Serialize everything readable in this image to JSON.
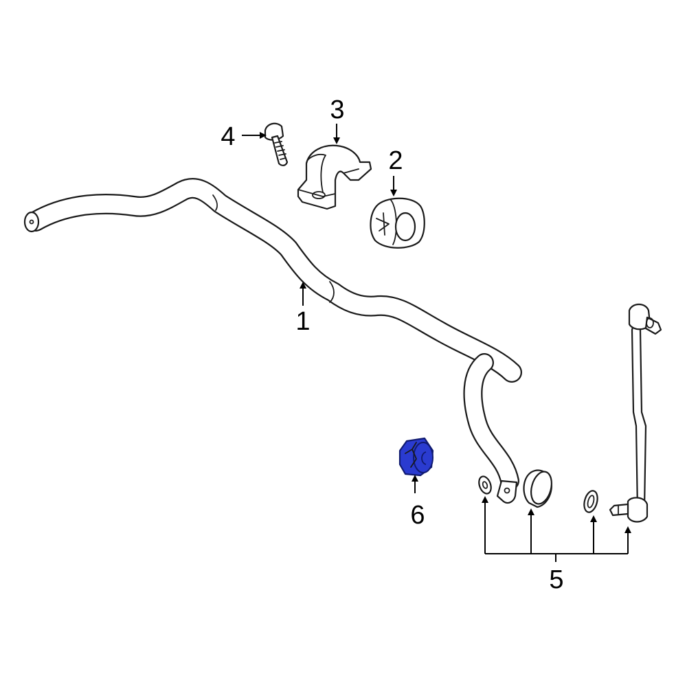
{
  "colors": {
    "background": "#ffffff",
    "line": "#1a1a1a",
    "highlight": "#2a3bd0",
    "highlight_dark": "#101a70"
  },
  "callouts": {
    "c1": "1",
    "c2": "2",
    "c3": "3",
    "c4": "4",
    "c5": "5",
    "c6": "6"
  },
  "highlighted_part": "6"
}
